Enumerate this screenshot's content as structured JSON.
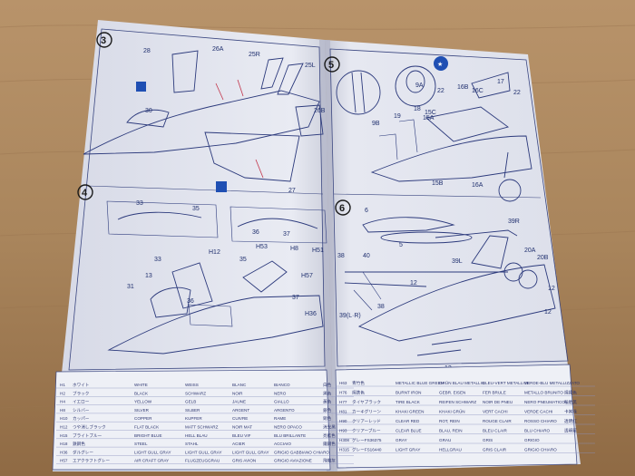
{
  "steps": {
    "s3": "3",
    "s4": "4",
    "s5": "5",
    "s6": "6"
  },
  "step3_labels": [
    "28",
    "26A",
    "25R",
    "25L",
    "30",
    "26B",
    "27"
  ],
  "step4_labels": [
    "33",
    "35",
    "36",
    "37",
    "33",
    "35",
    "13",
    "31",
    "36",
    "37",
    "H12",
    "H57",
    "H36",
    "H53",
    "H8",
    "H51"
  ],
  "step5_labels": [
    "9A",
    "22",
    "16B",
    "16C",
    "17",
    "22",
    "18",
    "15C",
    "15A",
    "19",
    "9B",
    "16A",
    "15B"
  ],
  "step6_labels": [
    "6",
    "5",
    "39R",
    "38",
    "40",
    "39L",
    "20A",
    "20B",
    "12",
    "12",
    "38",
    "39(L·R)",
    "12",
    "12"
  ],
  "paint_left": [
    {
      "code": "H1",
      "jp": "ホワイト",
      "en": "WHITE",
      "de": "WEISS",
      "fr": "BLANC",
      "it": "BIANCO",
      "cn": "白色"
    },
    {
      "code": "H2",
      "jp": "ブラック",
      "en": "BLACK",
      "de": "SCHWARZ",
      "fr": "NOIR",
      "it": "NERO",
      "cn": "黑色"
    },
    {
      "code": "H4",
      "jp": "イエロー",
      "en": "YELLOW",
      "de": "GELB",
      "fr": "JAUNE",
      "it": "GIALLO",
      "cn": "黃色"
    },
    {
      "code": "H8",
      "jp": "シルバー",
      "en": "SILVER",
      "de": "SILBER",
      "fr": "ARGENT",
      "it": "ARGENTO",
      "cn": "銀色"
    },
    {
      "code": "H10",
      "jp": "カッパー",
      "en": "COPPER",
      "de": "KUPFER",
      "fr": "CUIVRE",
      "it": "RAME",
      "cn": "銅色"
    },
    {
      "code": "H12",
      "jp": "つや消しブラック",
      "en": "FLAT BLACK",
      "de": "MATT SCHWARZ",
      "fr": "NOIR MAT",
      "it": "NERO OPACO",
      "cn": "消光黑"
    },
    {
      "code": "H15",
      "jp": "ブライトブルー",
      "en": "BRIGHT BLUE",
      "de": "HELL BLAU",
      "fr": "BLEU VIF",
      "it": "BLU BRILLANTE",
      "cn": "亮藍色"
    },
    {
      "code": "H18",
      "jp": "鉄鋼色",
      "en": "STEEL",
      "de": "STAHL",
      "fr": "ACIER",
      "it": "ACCIAIO",
      "cn": "鐵鋼色"
    },
    {
      "code": "H36",
      "jp": "ダルグレー",
      "en": "LIGHT GULL GRAY",
      "de": "LIGHT GULL GRAY",
      "fr": "LIGHT GULL GRAY",
      "it": "GRIGIO GABBIANO CHIARO",
      "cn": ""
    },
    {
      "code": "H57",
      "jp": "エアクラフトグレー",
      "en": "AIR CRAFT GRAY",
      "de": "FLUGZEUGGRAU",
      "fr": "GRIS AVION",
      "it": "GRIGIO AVIAZIONE",
      "cn": "飛機灰"
    }
  ],
  "paint_right": [
    {
      "code": "H63",
      "jp": "青竹色",
      "en": "METALLIC BLUE GREEN",
      "de": "GRÜN BLAU METALLIC",
      "fr": "BLEU-VERT METALLISE",
      "it": "VERDE-BLU METALLIZZATO",
      "cn": ""
    },
    {
      "code": "H76",
      "jp": "焼鉄色",
      "en": "BURNT IRON",
      "de": "GEBR. EISEN",
      "fr": "FER BRULE",
      "it": "METALLO BRUNITO",
      "cn": "燒鐵色"
    },
    {
      "code": "H77",
      "jp": "タイヤブラック",
      "en": "TIRE BLACK",
      "de": "REIFEN SCHWARZ",
      "fr": "NOIR DE PNEU",
      "it": "NERO PNEUMATICO",
      "cn": "輪胎黑"
    },
    {
      "code": "H81",
      "jp": "カーキグリーン",
      "en": "KHAKI GREEN",
      "de": "KHAKI GRÜN",
      "fr": "VERT CACHI",
      "it": "VERDE CACHI",
      "cn": "卡其綠"
    },
    {
      "code": "H90",
      "jp": "クリアーレッド",
      "en": "CLEAR RED",
      "de": "ROT, REIN",
      "fr": "ROUGE CLAIR",
      "it": "ROSSO CHIARO",
      "cn": "透明紅"
    },
    {
      "code": "H93",
      "jp": "クリアーブルー",
      "en": "CLEAR BLUE",
      "de": "BLAU, REIN",
      "fr": "BLEU CLAIR",
      "it": "BLU CHIARO",
      "cn": "透明藍"
    },
    {
      "code": "H308",
      "jp": "グレーFS36375",
      "en": "GRAY",
      "de": "GRAU",
      "fr": "GRIS",
      "it": "GRIGIO",
      "cn": ""
    },
    {
      "code": "H315",
      "jp": "グレーFS16440",
      "en": "LIGHT GRAY",
      "de": "HELLGRAU",
      "fr": "GRIS CLAIR",
      "it": "GRIGIO CHIARO",
      "cn": ""
    }
  ]
}
